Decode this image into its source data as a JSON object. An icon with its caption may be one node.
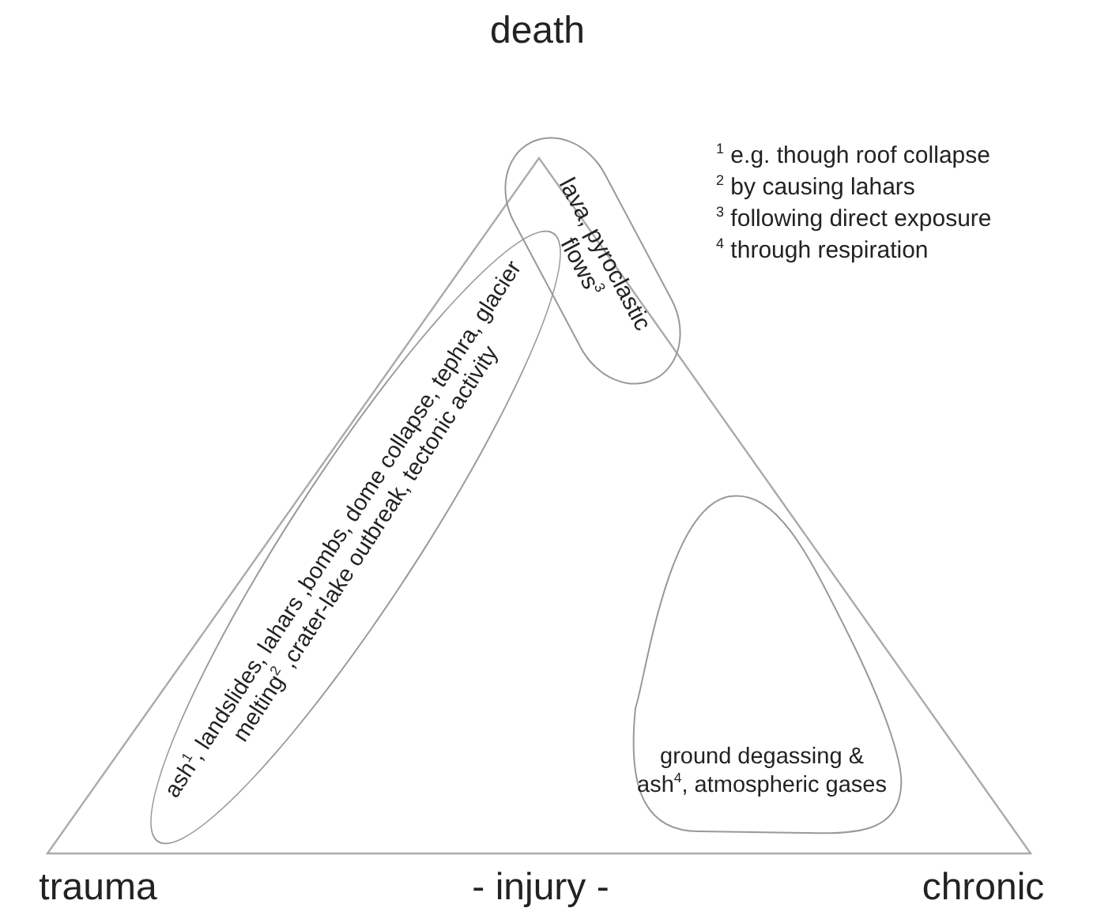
{
  "diagram": {
    "nodes": [
      {
        "text": [],
        "shape": "triangle"
      },
      {
        "text": [
          "ash$^{1}$, landslides, lahars ,bombs, dome collapse, tephra, glacier melting$^{2}$ ,crater-lake outbreak, tectonic activity"
        ],
        "in": 0
      },
      {
        "text": [
          "lava, pyroclastic flows$^{3}$"
        ],
        "in": 0
      },
      {
        "text": [
          "ground degassing & ash$^{4}$, atmospheric gases"
        ],
        "in": 0
      }
    ],
    "labels": [
      "death",
      "$^{1}$ e.g. though roof collapse",
      "$^{2}$ by causing lahars",
      "$^{3}$ following direct exposure",
      "$^{4}$ through respiration",
      "trauma",
      "- injury -",
      "chronic"
    ]
  }
}
